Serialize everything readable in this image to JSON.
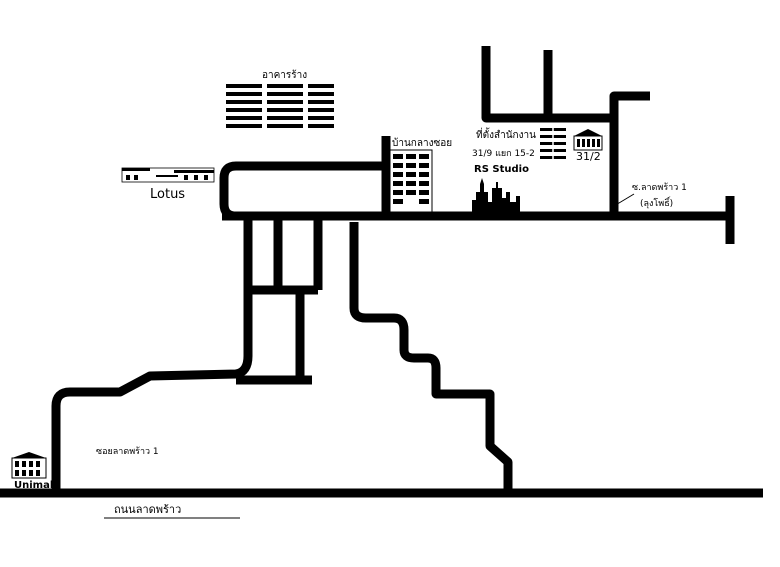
{
  "map": {
    "labels": {
      "building_top": "อาคารร้าง",
      "lotus": "Lotus",
      "ban_klang_soi": "บ้านกลางซอย",
      "office_title": "ที่ตั้งสำนักงาน",
      "office_address": "31/9 แยก 15-2",
      "rs_studio": "RS Studio",
      "num_31_2": "31/2",
      "soi_right_1": "ซ.ลาดพร้าว 1",
      "soi_right_2": "(ลุงโพธิ์)",
      "unimall": "Unimall",
      "soi_left": "ซอยลาดพร้าว 1",
      "main_road": "ถนนลาดพร้าว"
    },
    "colors": {
      "road": "#000000",
      "background": "#ffffff"
    },
    "icons": {
      "abandoned_building": "office-building-icon",
      "lotus_store": "store-icon",
      "ban_klang_soi": "apartment-building-icon",
      "office_building": "office-building-icon",
      "house_31_2": "house-icon",
      "rs_studio": "city-skyline-icon",
      "unimall": "mall-icon"
    }
  }
}
